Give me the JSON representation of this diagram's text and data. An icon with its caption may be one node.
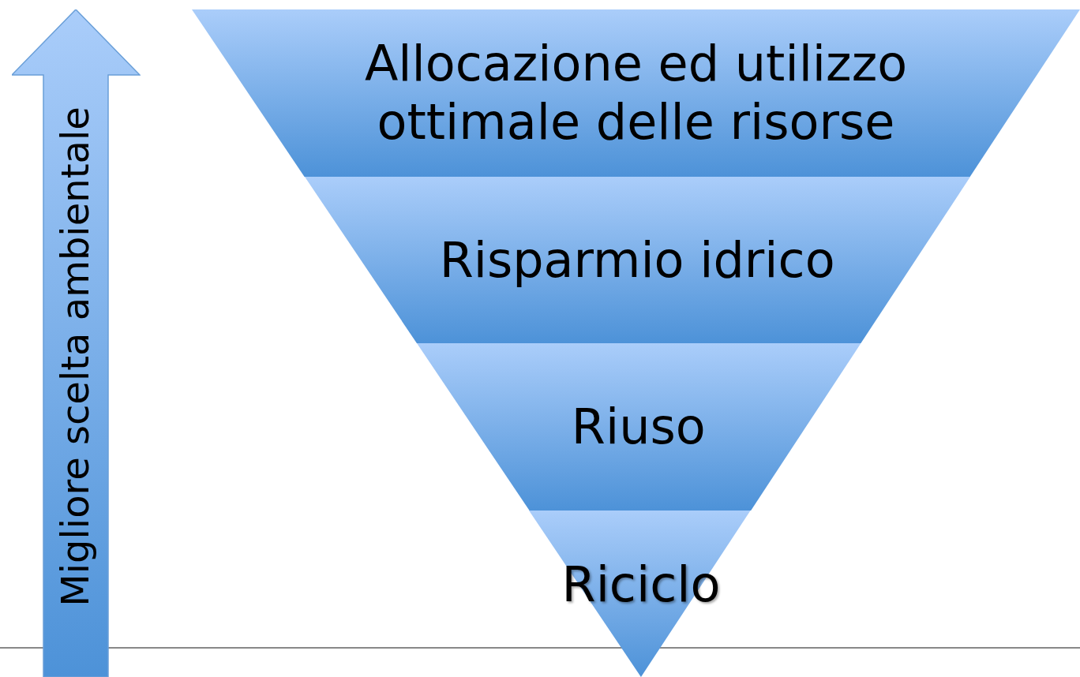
{
  "diagram": {
    "nodes": [
      {
        "text": [
          "Migliore scelta ambientale"
        ]
      },
      {
        "text": [
          "Allocazione ed utilizzo ottimale delle risorse"
        ]
      },
      {
        "text": [
          "Risparmio idrico"
        ]
      },
      {
        "text": [
          "Riuso"
        ]
      },
      {
        "text": [
          "Riciclo"
        ]
      }
    ]
  }
}
